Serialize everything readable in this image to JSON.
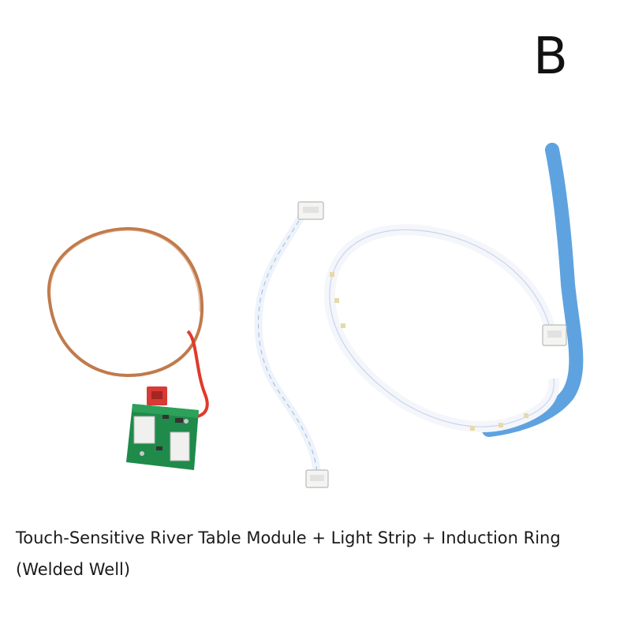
{
  "variant_label": "B",
  "caption": "Touch-Sensitive River Table Module + Light Strip + Induction Ring (Welded Well)",
  "products": [
    {
      "name": "induction-ring",
      "color": "#c07a4c"
    },
    {
      "name": "touch-module",
      "color": "#1f8a4a"
    },
    {
      "name": "connector-cable",
      "color": "#eef3fb"
    },
    {
      "name": "light-strip",
      "color": "#f4f6fb"
    }
  ]
}
